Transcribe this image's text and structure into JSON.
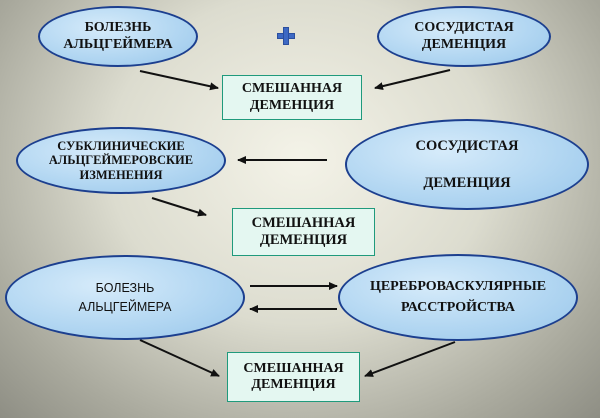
{
  "row1": {
    "left_line1": "БОЛЕЗНЬ",
    "left_line2": "АЛЬЦГЕЙМЕРА",
    "right_line1": "СОСУДИСТАЯ",
    "right_line2": "ДЕМЕНЦИЯ",
    "result_line1": "СМЕШАННАЯ",
    "result_line2": "ДЕМЕНЦИЯ"
  },
  "row2": {
    "left_line1": "СУБКЛИНИЧЕСКИЕ",
    "left_line2": "АЛЬЦГЕЙМЕРОВСКИЕ",
    "left_line3": "ИЗМЕНЕНИЯ",
    "right_line1": "СОСУДИСТАЯ",
    "right_line2": "ДЕМЕНЦИЯ",
    "result_line1": "СМЕШАННАЯ",
    "result_line2": "ДЕМЕНЦИЯ"
  },
  "row3": {
    "left_line1": "БОЛЕЗНЬ",
    "left_line2": "АЛЬЦГЕЙМЕРА",
    "right_line1": "ЦЕРЕБРОВАСКУЛЯРНЫЕ",
    "right_line2": "РАССТРОЙСТВА",
    "result_line1": "СМЕШАННАЯ",
    "result_line2": "ДЕМЕНЦИЯ"
  },
  "colors": {
    "ellipse_fill": "#b3d7f2",
    "ellipse_border": "#1c3f8f",
    "box_fill": "#e4f7f1",
    "box_border": "#1f9a7c",
    "plus": "#3d69c4"
  },
  "icons": {
    "combine": "plus-icon"
  }
}
